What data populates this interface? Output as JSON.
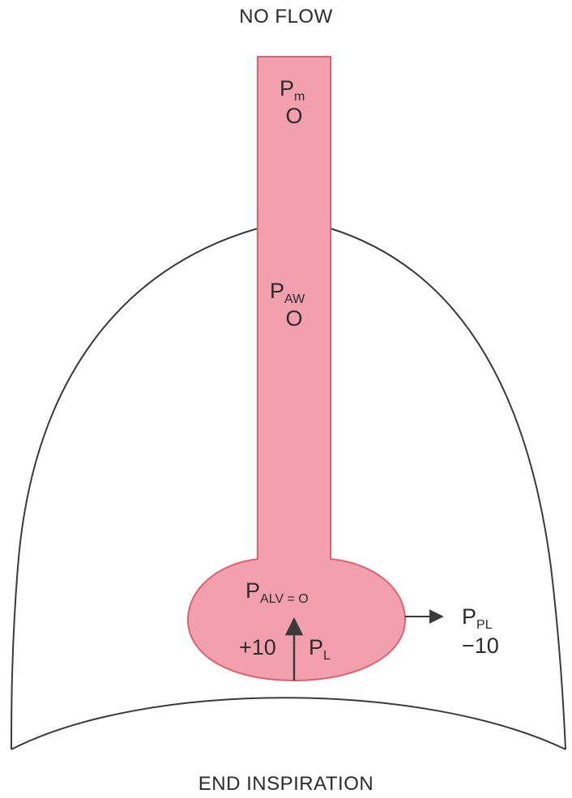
{
  "title": "NO FLOW",
  "caption": "END INSPIRATION",
  "colors": {
    "airway_fill": "#f2a0ae",
    "airway_stroke": "#e0606e",
    "outline": "#3a3a3a",
    "text": "#2b2b2b"
  },
  "labels": {
    "mouth": {
      "main": "P",
      "sub": "m",
      "value": "O"
    },
    "airway": {
      "main": "P",
      "sub": "AW",
      "value": "O"
    },
    "alveolar": {
      "main": "P",
      "sub": "ALV = O"
    },
    "lung": {
      "prefix": "+10",
      "main": "P",
      "sub": "L"
    },
    "pleural": {
      "main": "P",
      "sub": "PL",
      "value": "−10"
    }
  }
}
